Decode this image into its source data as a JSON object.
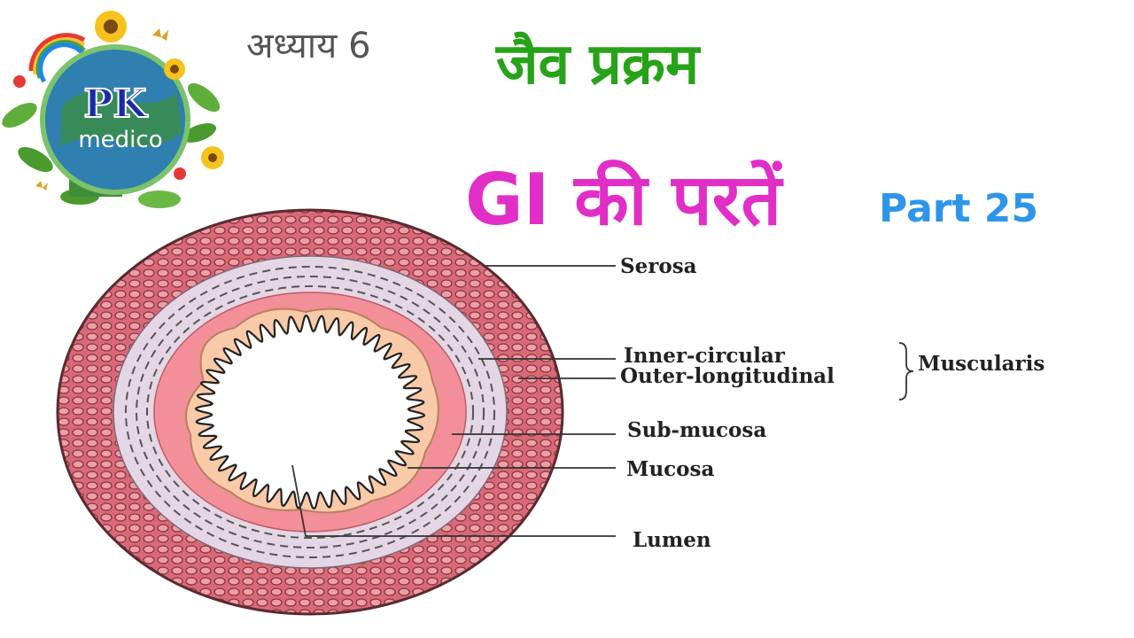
{
  "logo": {
    "line1": "PK",
    "line2": "medico"
  },
  "header": {
    "chapter": "अध्याय 6",
    "title": "जैव प्रक्रम",
    "subtitle": "GI की परतें",
    "part": "Part 25"
  },
  "diagram": {
    "labels": {
      "serosa": "Serosa",
      "inner_circular": "Inner-circular",
      "outer_longitudinal": "Outer-longitudinal",
      "muscularis": "Muscularis",
      "sub_mucosa": "Sub-mucosa",
      "mucosa": "Mucosa",
      "lumen": "Lumen"
    },
    "colors": {
      "serosa": "#d86a78",
      "muscularis": "#e4d6e4",
      "sub_mucosa": "#f28f98",
      "mucosa": "#f9caa8",
      "lumen": "#ffffff",
      "title": "#27a319",
      "subtitle": "#e12ec7",
      "part": "#2e95ea"
    }
  }
}
